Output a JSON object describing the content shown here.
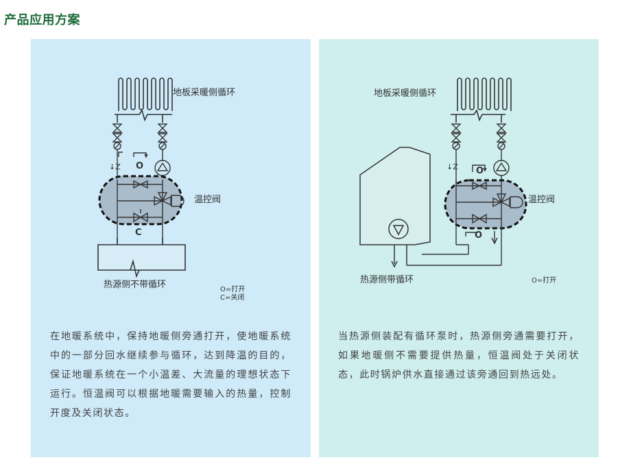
{
  "header": {
    "title": "产品应用方案"
  },
  "left_panel": {
    "label_floor_loop": "地板采暖侧循环",
    "label_thermo_valve": "温控阀",
    "label_heat_source": "热源侧不带循环",
    "legend_open": "O=打开",
    "legend_closed": "C=关闭",
    "marker_open": "O",
    "marker_closed": "C",
    "description": "在地暖系统中，保持地暖侧旁通打开，使地暖系统中的一部分回水继续参与循环，达到降温的目的，保证地暖系统在一个小温差、大流量的理想状态下运行。恒温阀可以根据地暖需要输入的热量，控制开度及关闭状态。"
  },
  "right_panel": {
    "label_floor_loop": "地板采暖侧循环",
    "label_thermo_valve": "温控阀",
    "label_heat_source": "热源侧带循环",
    "legend_open": "O=打开",
    "marker_open_top": "O",
    "marker_open_bottom": "O",
    "description": "当热源侧装配有循环泵时，热源侧旁通需要打开，如果地暖侧不需要提供热量，恒温阀处于关闭状态，此时锅炉供水直接通过该旁通回到热远处。"
  }
}
